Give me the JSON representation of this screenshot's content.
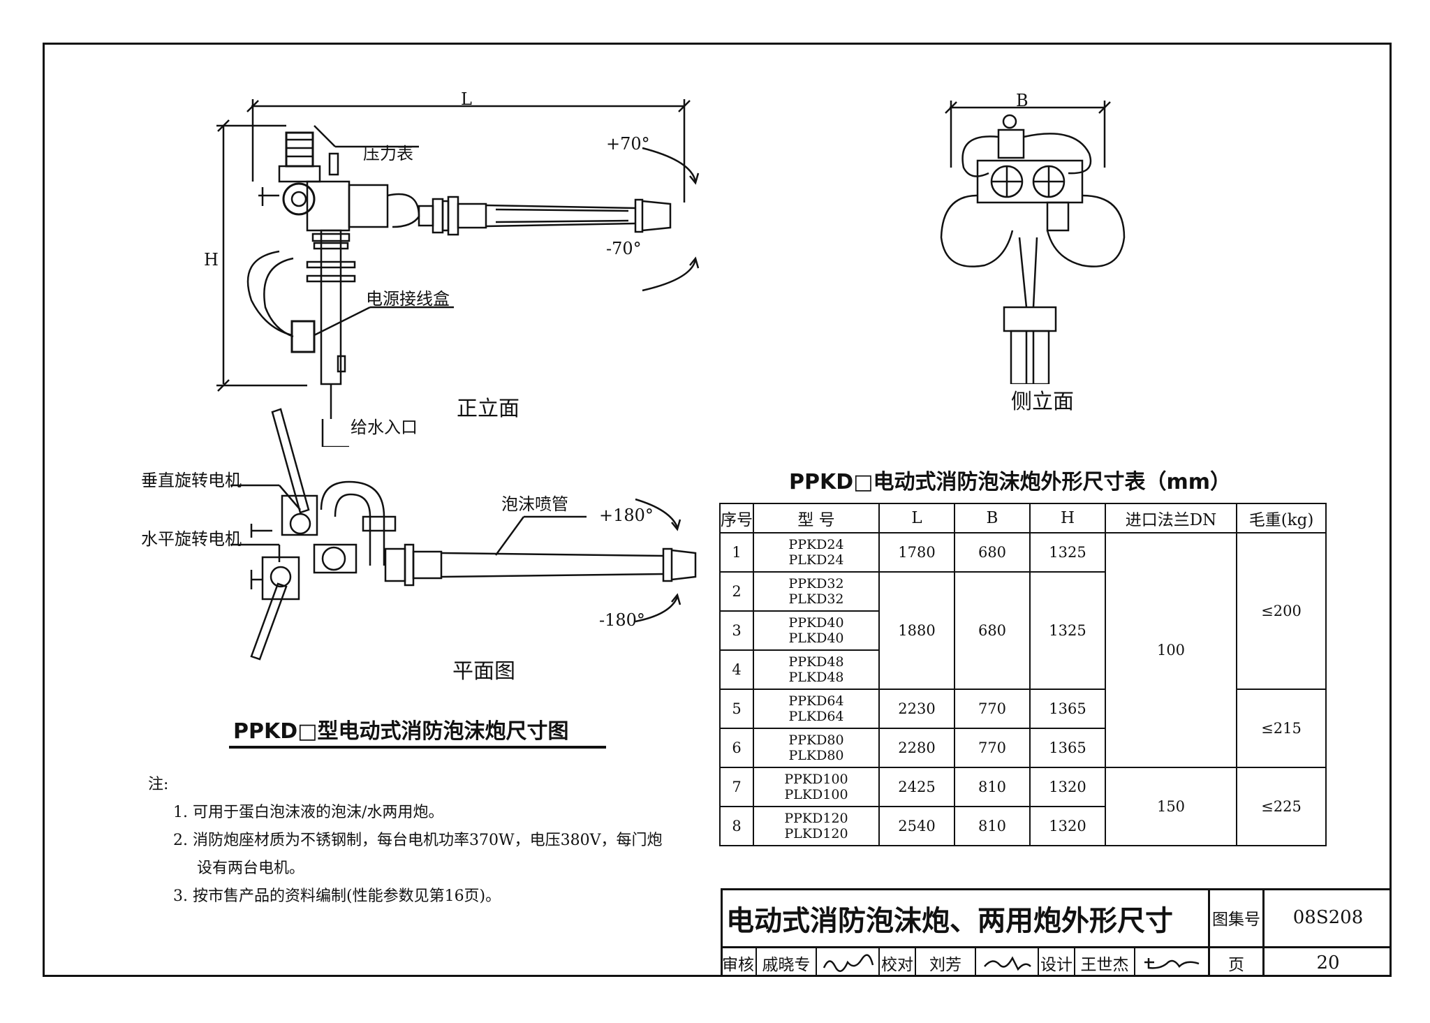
{
  "front_view": {
    "dim_L": "L",
    "dim_H": "H",
    "pressure_gauge": "压力表",
    "junction_box": "电源接线盒",
    "angle_up": "+70°",
    "angle_down": "-70°",
    "water_inlet": "给水入口",
    "title": "正立面"
  },
  "side_view": {
    "dim_B": "B",
    "title": "侧立面"
  },
  "plan_view": {
    "vertical_motor": "垂直旋转电机",
    "horizontal_motor": "水平旋转电机",
    "foam_nozzle": "泡沫喷管",
    "angle_pos": "+180°",
    "angle_neg": "-180°",
    "title": "平面图"
  },
  "drawing_title": "PPKD□型电动式消防泡沫炮尺寸图",
  "notes": {
    "heading": "注:",
    "items": [
      "1. 可用于蛋白泡沫液的泡沫/水两用炮。",
      "2. 消防炮座材质为不锈钢制，每台电机功率370W，电压380V，每门炮",
      "设有两台电机。",
      "3. 按市售产品的资料编制(性能参数见第16页)。"
    ]
  },
  "table": {
    "title": "PPKD□电动式消防泡沫炮外形尺寸表（mm）",
    "headers": [
      "序号",
      "型  号",
      "L",
      "B",
      "H",
      "进口法兰DN",
      "毛重(kg)"
    ],
    "rows": [
      {
        "no": "1",
        "model_a": "PPKD24",
        "model_b": "PLKD24"
      },
      {
        "no": "2",
        "model_a": "PPKD32",
        "model_b": "PLKD32"
      },
      {
        "no": "3",
        "model_a": "PPKD40",
        "model_b": "PLKD40"
      },
      {
        "no": "4",
        "model_a": "PPKD48",
        "model_b": "PLKD48"
      },
      {
        "no": "5",
        "model_a": "PPKD64",
        "model_b": "PLKD64"
      },
      {
        "no": "6",
        "model_a": "PPKD80",
        "model_b": "PLKD80"
      },
      {
        "no": "7",
        "model_a": "PPKD100",
        "model_b": "PLKD100"
      },
      {
        "no": "8",
        "model_a": "PPKD120",
        "model_b": "PLKD120"
      }
    ],
    "values": {
      "r1_L": "1780",
      "r1_B": "680",
      "r1_H": "1325",
      "r234_L": "1880",
      "r234_B": "680",
      "r234_H": "1325",
      "r5_L": "2230",
      "r5_B": "770",
      "r5_H": "1365",
      "r6_L": "2280",
      "r6_B": "770",
      "r6_H": "1365",
      "r7_L": "2425",
      "r7_B": "810",
      "r7_H": "1320",
      "r8_L": "2540",
      "r8_B": "810",
      "r8_H": "1320",
      "dn_100": "100",
      "dn_150": "150",
      "wt_200": "≤200",
      "wt_215": "≤215",
      "wt_225": "≤225"
    }
  },
  "title_block": {
    "main_title": "电动式消防泡沫炮、两用炮外形尺寸",
    "atlas_no_label": "图集号",
    "atlas_no": "08S208",
    "review_label": "审核",
    "reviewer": "戚晓专",
    "check_label": "校对",
    "checker": "刘芳",
    "design_label": "设计",
    "designer": "王世杰",
    "page_label": "页",
    "page_no": "20"
  }
}
